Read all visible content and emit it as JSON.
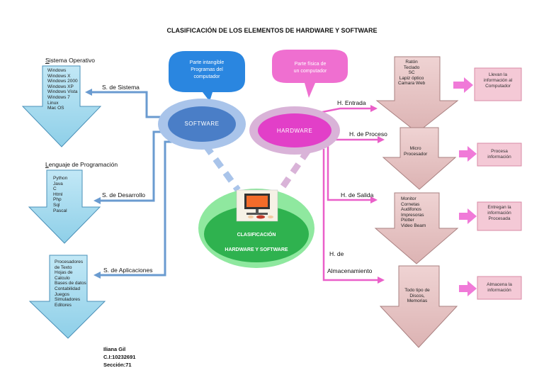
{
  "title": "CLASIFICACIÓN DE LOS ELEMENTOS DE HARDWARE Y SOFTWARE",
  "center": {
    "label_line1": "CLASIFICACIÓN",
    "label_line2": "HARDWARE Y SOFTWARE"
  },
  "software": {
    "label": "SOFTWARE",
    "bubble_lines": [
      "Parte intangible",
      "Programas del",
      "computador"
    ],
    "branches": [
      {
        "connector": "S. de Sistema",
        "heading": "Sistema Operativo",
        "items": [
          "Windows",
          "Windows X",
          "Windows 2000",
          "Windows XP",
          "Windows Vista",
          "Windows 7",
          "Linux",
          "Mac OS"
        ]
      },
      {
        "connector": "S. de Desarrollo",
        "heading": "Lenguaje de Programación",
        "items": [
          "Python",
          "Java",
          "C",
          "Html",
          "Php",
          "Sql",
          "Pascal"
        ]
      },
      {
        "connector": "S. de Aplicaciones",
        "heading": "",
        "items": [
          "Procesadores",
          "de Texto",
          "Hojas de",
          "Calculo",
          "Bases de datos",
          "Contabilidad",
          "Juegos",
          "Simuladores",
          "Editores"
        ]
      }
    ]
  },
  "hardware": {
    "label": "HARDWARE",
    "bubble_lines": [
      "Parte física de",
      "un computador"
    ],
    "branches": [
      {
        "connector": "H. Entrada",
        "items": [
          "Ratón",
          "Teclado",
          "SC",
          "Lapiz óptico",
          "Camara Web"
        ],
        "result": [
          "Llevan la",
          "información al",
          "Computador"
        ]
      },
      {
        "connector": "H. de Proceso",
        "items": [
          "Micro",
          "Procesador"
        ],
        "result": [
          "Procesa",
          "información"
        ]
      },
      {
        "connector": "H. de Salida",
        "items": [
          "Monitor",
          "Cornetas",
          "Audifonos",
          "Impresoras",
          "Plotter",
          "Video Beam"
        ],
        "result": [
          "Entregan la",
          "información",
          "Procesada"
        ]
      },
      {
        "connector_line1": "H. de",
        "connector_line2": "Almacenamiento",
        "items": [
          "Todo tipo de",
          "Discos,",
          "Memorias"
        ],
        "result": [
          "Almacena la",
          "información"
        ]
      }
    ]
  },
  "credits": {
    "name": "Iliana Gil",
    "id": "C.I:10232691",
    "section": "Sección:71"
  },
  "colors": {
    "blue_line": "#6a9bd0",
    "software_outer": "#a9c4ea",
    "software_inner": "#4a7ec7",
    "bubble_blue": "#2a86e0",
    "hardware_outer": "#d9b3d8",
    "hardware_inner": "#e23fc8",
    "bubble_pink": "#ef6fd0",
    "pink_line": "#ea5fc9",
    "center_outer": "#8fe89f",
    "center_inner": "#2fb24f",
    "arrow_blue": "#a7dcef",
    "arrow_pink": "#e6c4c4",
    "result_box": "#f4c9d6"
  }
}
